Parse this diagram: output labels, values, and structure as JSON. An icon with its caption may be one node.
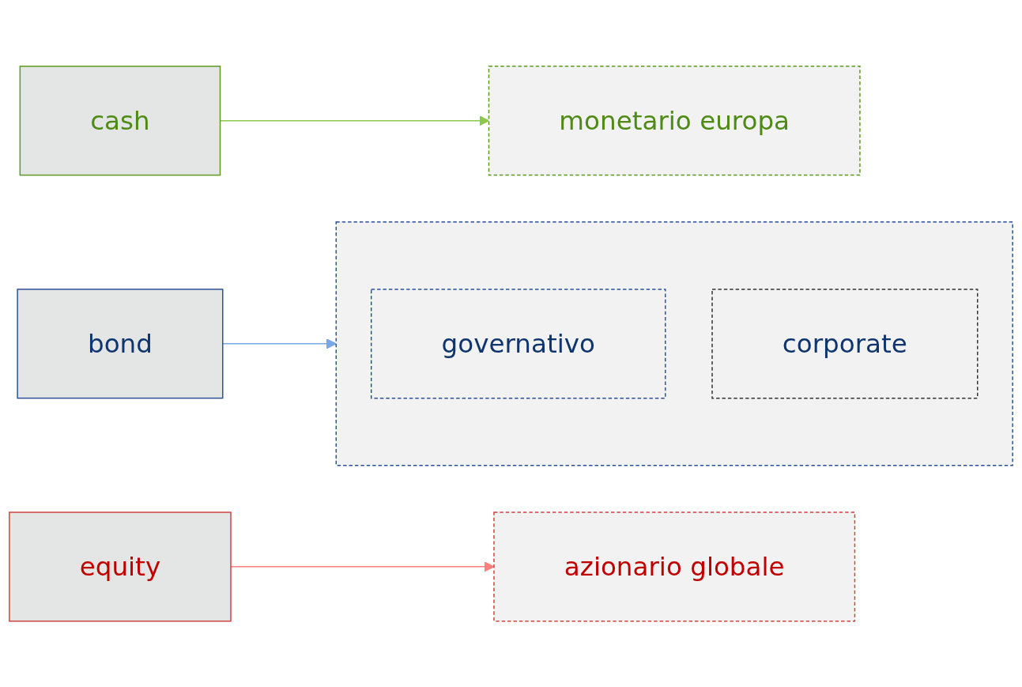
{
  "diagram": {
    "nodes": [
      {
        "text": [
          "cash"
        ]
      },
      {
        "text": [
          "monetario europa"
        ]
      },
      {
        "text": [
          "bond"
        ]
      },
      {
        "text": [],
        "shape": "box"
      },
      {
        "text": [
          "governativo"
        ],
        "in": 3
      },
      {
        "text": [
          "corporate"
        ],
        "in": 3
      },
      {
        "text": [
          "equity"
        ]
      },
      {
        "text": [
          "azionario globale"
        ]
      }
    ],
    "edges": [
      {
        "from": 0,
        "to": 1,
        "arrow": "to",
        "color": "#8cc84b"
      },
      {
        "from": 2,
        "to": 3,
        "arrow": "to",
        "color": "#7aa7e6"
      },
      {
        "from": 6,
        "to": 7,
        "arrow": "to",
        "color": "#ff7f7f"
      }
    ]
  }
}
